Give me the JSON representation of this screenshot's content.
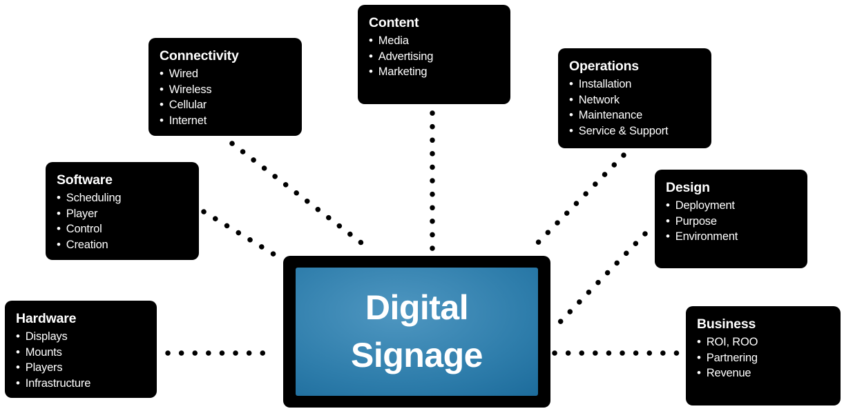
{
  "title": "Digital Signage ecosystem diagram",
  "center": {
    "label_line1": "Digital",
    "label_line2": "Signage"
  },
  "boxes": [
    {
      "id": "connectivity",
      "title": "Connectivity",
      "items": [
        "Wired",
        "Wireless",
        "Cellular",
        "Internet"
      ]
    },
    {
      "id": "content",
      "title": "Content",
      "items": [
        "Media",
        "Advertising",
        "Marketing"
      ]
    },
    {
      "id": "operations",
      "title": "Operations",
      "items": [
        "Installation",
        "Network",
        "Maintenance",
        "Service & Support"
      ]
    },
    {
      "id": "software",
      "title": "Software",
      "items": [
        "Scheduling",
        "Player",
        "Control",
        "Creation"
      ]
    },
    {
      "id": "design",
      "title": "Design",
      "items": [
        "Deployment",
        "Purpose",
        "Environment"
      ]
    },
    {
      "id": "hardware",
      "title": "Hardware",
      "items": [
        "Displays",
        "Mounts",
        "Players",
        "Infrastructure"
      ]
    },
    {
      "id": "business",
      "title": "Business",
      "items": [
        "ROI, ROO",
        "Partnering",
        "Revenue"
      ]
    }
  ],
  "icons": {
    "bullet": "•"
  },
  "colors": {
    "background": "#ffffff",
    "box_background": "#000000",
    "box_text": "#ffffff",
    "connector_dots": "#000000",
    "screen_blue_light": "#4f97c1",
    "screen_blue_mid": "#2e7dab",
    "screen_blue_dark": "#135c88",
    "monitor_frame": "#000000"
  }
}
